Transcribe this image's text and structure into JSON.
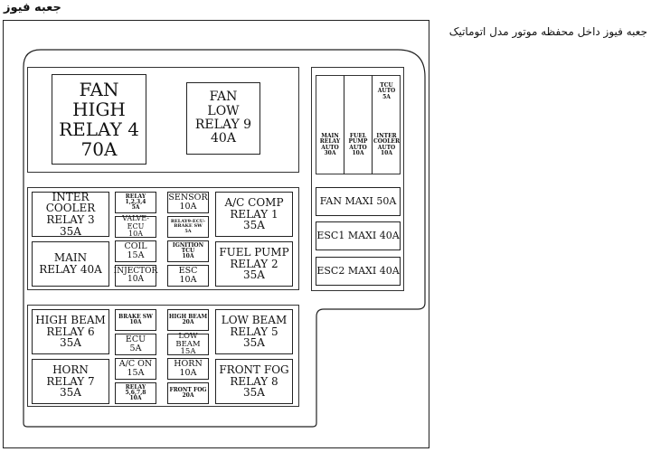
{
  "page_title": "جعبه فیوز",
  "caption": "جعبه فیوز داخل محفظه موتور مدل اتوماتیک",
  "top_section": {
    "fan_high_relay": "FAN\nHIGH\nRELAY 4\n70A",
    "fan_low_relay": "FAN\nLOW\nRELAY 9\n40A"
  },
  "middle_section": {
    "inter_cooler_relay": "INTER COOLER\nRELAY 3\n35A",
    "main_relay": "MAIN\nRELAY 40A",
    "relay_1234": "RELAY\n1,2,3,4\n5A",
    "valve_ecu": "VALVE-ECU\n10A",
    "coil": "COIL\n15A",
    "injector": "INJECTOR\n10A",
    "sensor": "SENSOR\n10A",
    "relay9_ecu_brake": "RELAY9-ECU-\nBRAKE SW\n5A",
    "ignition_tcu": "IGNITION\nTCU\n10A",
    "esc": "ESC\n10A",
    "ac_comp_relay": "A/C COMP\nRELAY 1\n35A",
    "fuel_pump_relay": "FUEL PUMP\nRELAY 2\n35A"
  },
  "bottom_section": {
    "high_beam_relay": "HIGH BEAM\nRELAY 6\n35A",
    "horn_relay": "HORN\nRELAY 7\n35A",
    "brake_sw": "BRAKE SW\n10A",
    "ecu": "ECU\n5A",
    "ac_on": "A/C ON\n15A",
    "relay_5678": "RELAY\n5,6,7,8\n10A",
    "high_beam_fuse": "HIGH BEAM\n20A",
    "low_beam_fuse": "LOW BEAM\n15A",
    "horn_fuse": "HORN\n10A",
    "front_fog_fuse": "FRONT FOG\n20A",
    "low_beam_relay": "LOW BEAM\nRELAY 5\n35A",
    "front_fog_relay": "FRONT FOG\nRELAY 8\n35A"
  },
  "right_section": {
    "tcu_auto": "TCU\nAUTO\n5A",
    "main_relay_auto": "MAIN\nRELAY\nAUTO\n30A",
    "fuel_pump_auto": "FUEL\nPUMP\nAUTO\n10A",
    "inter_cooler_auto": "INTER\nCOOLER\nAUTO\n10A",
    "fan_maxi": "FAN MAXI 50A",
    "esc1_maxi": "ESC1 MAXI 40A",
    "esc2_maxi": "ESC2 MAXI 40A"
  }
}
